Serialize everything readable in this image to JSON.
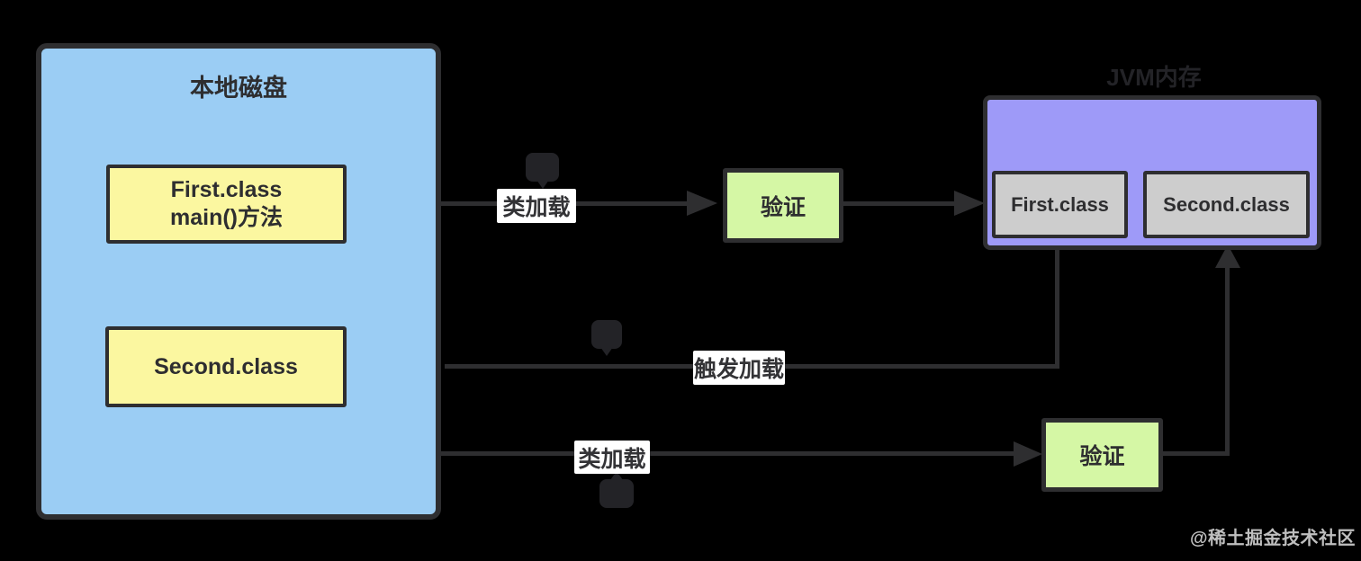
{
  "diagram": {
    "local_disk": {
      "title": "本地磁盘",
      "first_box": {
        "line1": "First.class",
        "line2": "main()方法"
      },
      "second_box": "Second.class"
    },
    "jvm_area": {
      "title": "JVM内存",
      "first_box": "First.class",
      "second_box": "Second.class"
    },
    "verify_top": "验证",
    "verify_bottom": "验证",
    "edge_labels": {
      "class_load_top": "类加载",
      "trigger_load": "触发加载",
      "class_load_bottom": "类加载"
    },
    "watermark": "@稀土掘金技术社区",
    "colors": {
      "background": "#000000",
      "disk_fill": "#9bcdf4",
      "class_file_fill": "#fbf7a0",
      "verify_fill": "#d5f7a5",
      "jvm_fill": "#9e9af8",
      "loaded_class_fill": "#cdcdcd",
      "stroke": "#2e2e30",
      "label_bg": "#ffffff"
    }
  }
}
